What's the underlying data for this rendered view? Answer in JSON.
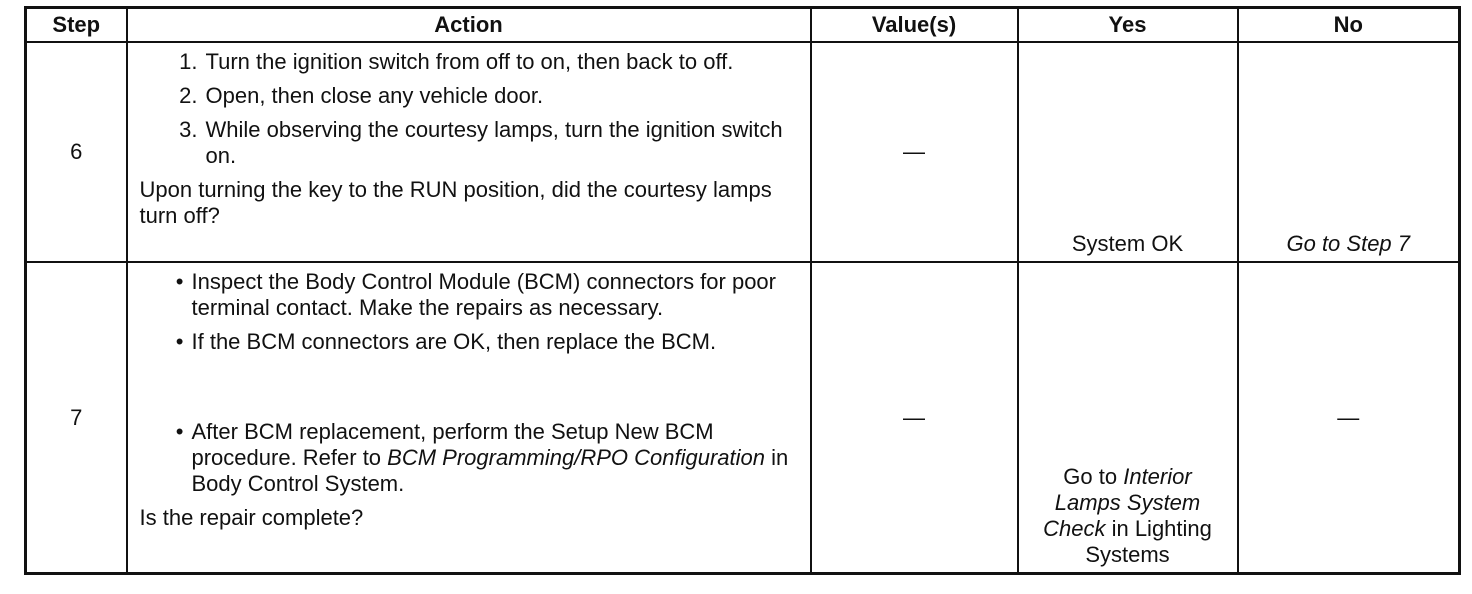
{
  "headers": [
    "Step",
    "Action",
    "Value(s)",
    "Yes",
    "No"
  ],
  "rows": [
    {
      "step": "6",
      "actions": [
        {
          "num": "1.",
          "text": "Turn the ignition switch from off to on, then back to off."
        },
        {
          "num": "2.",
          "text": "Open, then close any vehicle door."
        },
        {
          "num": "3.",
          "text": "While observing the courtesy lamps, turn the ignition switch on."
        }
      ],
      "question": "Upon turning the key to the RUN position, did the courtesy lamps turn off?",
      "value": "—",
      "yes": "System OK",
      "no": "Go to Step 7"
    },
    {
      "step": "7",
      "bullets": [
        {
          "sym": "•",
          "text": "Inspect the Body Control Module (BCM) connectors for poor terminal contact. Make the repairs as necessary."
        },
        {
          "sym": "•",
          "text": "If the BCM connectors are OK, then replace the BCM."
        }
      ],
      "bullet3": {
        "sym": "•",
        "text_pre": "After BCM replacement, perform the Setup New BCM procedure. Refer to ",
        "text_italic": "BCM Programming/RPO Configuration",
        "text_post": " in Body Control System."
      },
      "question": "Is the repair complete?",
      "value": "—",
      "yes": {
        "pre": "Go to ",
        "italic": "Interior Lamps System Check",
        "post": " in Lighting Systems"
      },
      "no": "—"
    }
  ]
}
